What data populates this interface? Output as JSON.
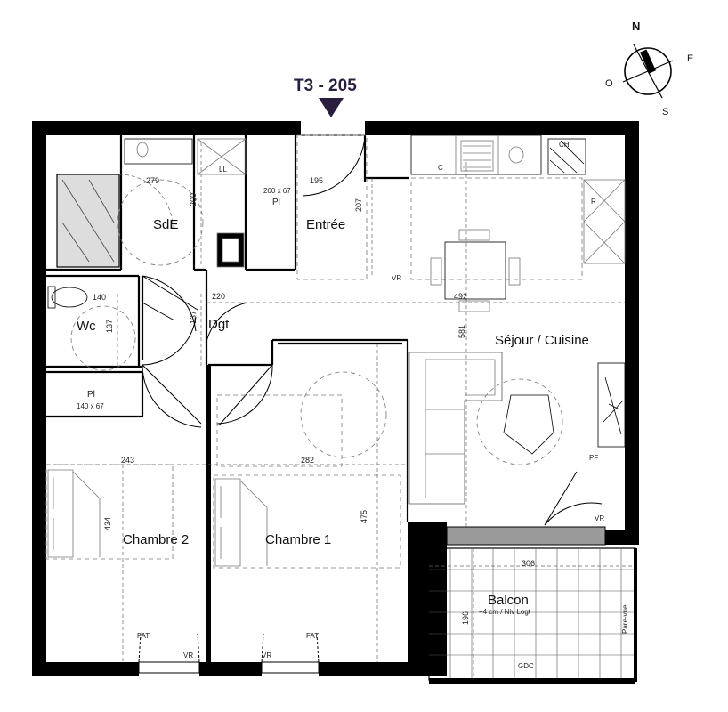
{
  "title": "T3 - 205",
  "compass": {
    "n": "N",
    "e": "E",
    "s": "S",
    "o": "O"
  },
  "rooms": {
    "sde": "SdE",
    "entree": "Entrée",
    "dgt": "Dgt",
    "wc": "Wc",
    "sejour": "Séjour / Cuisine",
    "chambre1": "Chambre 1",
    "chambre2": "Chambre 2",
    "balcon": "Balcon",
    "balcon_note": "+4 cm / Niv Logt",
    "pl1": "Pl",
    "pl1_size": "200 x 67",
    "pl2": "Pl",
    "pl2_size": "140 x 67"
  },
  "dimensions": {
    "d279": "279",
    "d200": "200",
    "d195": "195",
    "d207": "207",
    "d140": "140",
    "d137a": "137",
    "d137b": "137",
    "d220": "220",
    "d492": "492",
    "d581": "581",
    "d243": "243",
    "d282": "282",
    "d434": "434",
    "d475": "475",
    "d306": "306",
    "d196": "196"
  },
  "annotations": {
    "pare_vue": "Pare-vue",
    "gdc": "GDC",
    "ll": "LL",
    "ch": "CH",
    "c": "C",
    "r": "R",
    "pf": "PF",
    "vr": "VR",
    "vr1": "VR",
    "vr2": "VR",
    "vr3": "VR",
    "fat1": "FAT",
    "fat2": "FAT"
  }
}
